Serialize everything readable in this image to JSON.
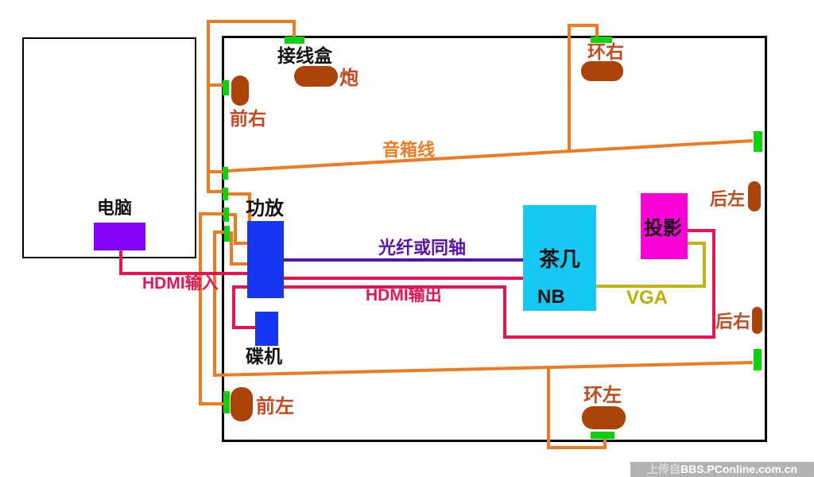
{
  "diagram": {
    "title": "home-theater-wiring-diagram",
    "rooms": {
      "pc_room": {
        "label": "电脑"
      },
      "theater_room": {
        "label": ""
      }
    },
    "devices": {
      "junction_box": {
        "label": "接线盒"
      },
      "computer": {
        "label": "电脑",
        "color": "#8405f5"
      },
      "amplifier": {
        "label": "功放",
        "color": "#1535f0"
      },
      "disc_player": {
        "label": "碟机",
        "color": "#1535f0"
      },
      "coffee_table_nb": {
        "label_line1": "茶几",
        "label_line2": "NB",
        "color": "#16c8f4"
      },
      "projector": {
        "label": "投影",
        "color": "#fb02d8"
      }
    },
    "speakers": {
      "subwoofer": {
        "label": "炮"
      },
      "front_right": {
        "label": "前右"
      },
      "front_left": {
        "label": "前左"
      },
      "surround_right": {
        "label": "环右"
      },
      "surround_left": {
        "label": "环左"
      },
      "rear_left": {
        "label": "后左"
      },
      "rear_right": {
        "label": "后右"
      },
      "body_color": "#ab4206",
      "label_color": "#c24a1e"
    },
    "wires": {
      "speaker_wire": {
        "label": "音箱线",
        "color": "#ee7b20"
      },
      "hdmi_in": {
        "label": "HDMI输入",
        "color": "#e9134f"
      },
      "hdmi_out": {
        "label": "HDMI输出",
        "color": "#e9134f"
      },
      "optical_or_coaxial": {
        "label": "光纤或同轴",
        "color": "#5b10b4"
      },
      "vga": {
        "label": "VGA",
        "color": "#bcae03"
      }
    },
    "wall_plate_color": "#0ad409",
    "watermark": {
      "prefix": "上传自",
      "text": "BBS.PConline.com.cn"
    }
  }
}
